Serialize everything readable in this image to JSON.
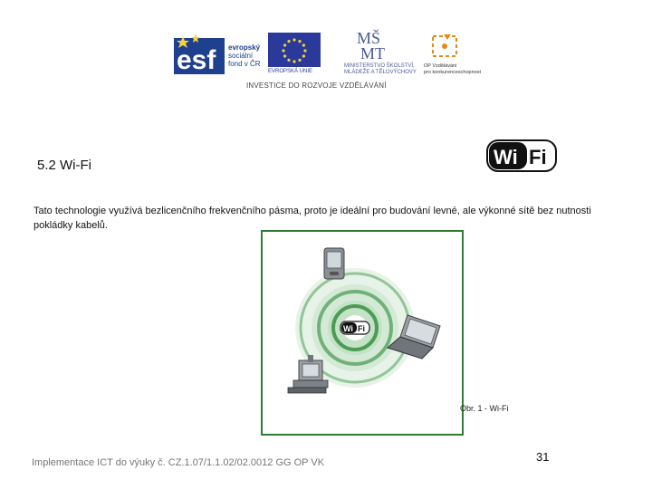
{
  "header": {
    "esf_lines": [
      "evropský",
      "sociální",
      "fond v ČR"
    ],
    "eu_label": "EVROPSKÁ UNIE",
    "msmt_lines": [
      "MINISTERSTVO ŠKOLSTVÍ,",
      "MLÁDEŽE A TĚLOVÝCHOVY"
    ],
    "op_lines": [
      "OP Vzdělávání",
      "pro konkurenceschopnost"
    ],
    "banner_text": "INVESTICE DO ROZVOJE VZDĚLÁVÁNÍ"
  },
  "slide": {
    "title": "5.2 Wi-Fi",
    "paragraph": "Tato technologie využívá bezlicenčního frekvenčního pásma, proto je ideální pro budování levné, ale výkonné sítě bez nutnosti pokládky kabelů.",
    "figure_caption": "Obr. 1 - Wi-Fi"
  },
  "footer": {
    "text": "Implementace ICT do výuky č. CZ.1.07/1.1.02/02.0012 GG OP VK",
    "page_number": "31"
  },
  "colors": {
    "esf_blue": "#1f3f8f",
    "eu_blue": "#2b3a9a",
    "eu_star": "#f2d33a",
    "wifi_green": "#2e8b3a",
    "figure_border": "#2e7d32"
  },
  "icons": [
    "esf-logo",
    "eu-flag-icon",
    "msmt-logo",
    "op-vk-logo",
    "wifi-logo",
    "pda-icon",
    "laptop-icon",
    "desktop-computer-icon",
    "wifi-hotspot-icon"
  ]
}
